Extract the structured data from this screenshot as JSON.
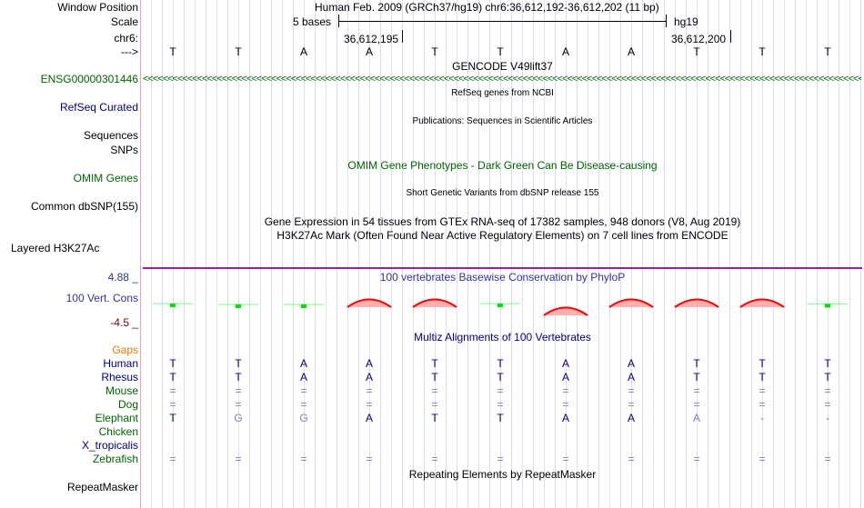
{
  "labels": {
    "window_position": "Window Position",
    "scale": "Scale",
    "chr": "chr6:",
    "arrow": "--->",
    "ensg": "ENSG00000301446",
    "refseq": "RefSeq Curated",
    "sequences": "Sequences",
    "snps": "SNPs",
    "omim": "OMIM Genes",
    "dbsnp": "Common dbSNP(155)",
    "h3k27": "Layered H3K27Ac",
    "cons_max": "4.88 _",
    "cons": "100 Vert. Cons",
    "cons_min": "-4.5 _",
    "gaps": "Gaps"
  },
  "header": {
    "title": "Human Feb. 2009 (GRCh37/hg19)   chr6:36,612,192-36,612,202 (11 bp)",
    "scale_text": "5 bases",
    "assembly": "hg19",
    "pos1": "36,612,195",
    "pos2": "36,612,200"
  },
  "tracks": {
    "gencode": "GENCODE V49lift37",
    "refseq": "RefSeq genes from NCBI",
    "pubs": "Publications: Sequences in Scientific Articles",
    "omim": "OMIM Gene Phenotypes - Dark Green Can Be Disease-causing",
    "dbsnp": "Short Genetic Variants from dbSNP release 155",
    "gtex": "Gene Expression in 54 tissues from GTEx RNA-seq of 17382 samples, 948 donors (V8, Aug 2019)",
    "h3k27": "H3K27Ac Mark (Often Found Near Active Regulatory Elements) on 7 cell lines from ENCODE",
    "phylop": "100 vertebrates Basewise Conservation by PhyloP",
    "multiz": "Multiz Alignments of 100 Vertebrates",
    "repeat": "Repeating Elements by RepeatMasker",
    "repeat_label": "RepeatMasker"
  },
  "bases": [
    "T",
    "T",
    "A",
    "A",
    "T",
    "T",
    "A",
    "A",
    "T",
    "T",
    "T"
  ],
  "phylop_scores": [
    0.3,
    0,
    0,
    -0.5,
    -0.2,
    0.3,
    -1.2,
    -0.5,
    -0.1,
    -0.05,
    0.2
  ],
  "species": [
    {
      "name": "Human",
      "color": "#000080",
      "seq": [
        "T",
        "T",
        "A",
        "A",
        "T",
        "T",
        "A",
        "A",
        "T",
        "T",
        "T"
      ]
    },
    {
      "name": "Rhesus",
      "color": "#000080",
      "seq": [
        "T",
        "T",
        "A",
        "A",
        "T",
        "T",
        "A",
        "A",
        "T",
        "T",
        "T"
      ]
    },
    {
      "name": "Mouse",
      "color": "#006400",
      "seq": [
        "=",
        "=",
        "=",
        "=",
        "=",
        "=",
        "=",
        "=",
        "=",
        "=",
        "="
      ]
    },
    {
      "name": "Dog",
      "color": "#006400",
      "seq": [
        "=",
        "=",
        "=",
        "=",
        "=",
        "=",
        "=",
        "=",
        "=",
        "=",
        "="
      ]
    },
    {
      "name": "Elephant",
      "color": "#006400",
      "seq": [
        "T",
        "G",
        "G",
        "A",
        "T",
        "T",
        "A",
        "A",
        "A",
        "-",
        "-"
      ]
    },
    {
      "name": "Chicken",
      "color": "#006400",
      "seq": []
    },
    {
      "name": "X_tropicalis",
      "color": "#000080",
      "seq": []
    },
    {
      "name": "Zebrafish",
      "color": "#006400",
      "seq": [
        "=",
        "=",
        "=",
        "=",
        "=",
        "=",
        "=",
        "=",
        "=",
        "=",
        "="
      ]
    }
  ]
}
